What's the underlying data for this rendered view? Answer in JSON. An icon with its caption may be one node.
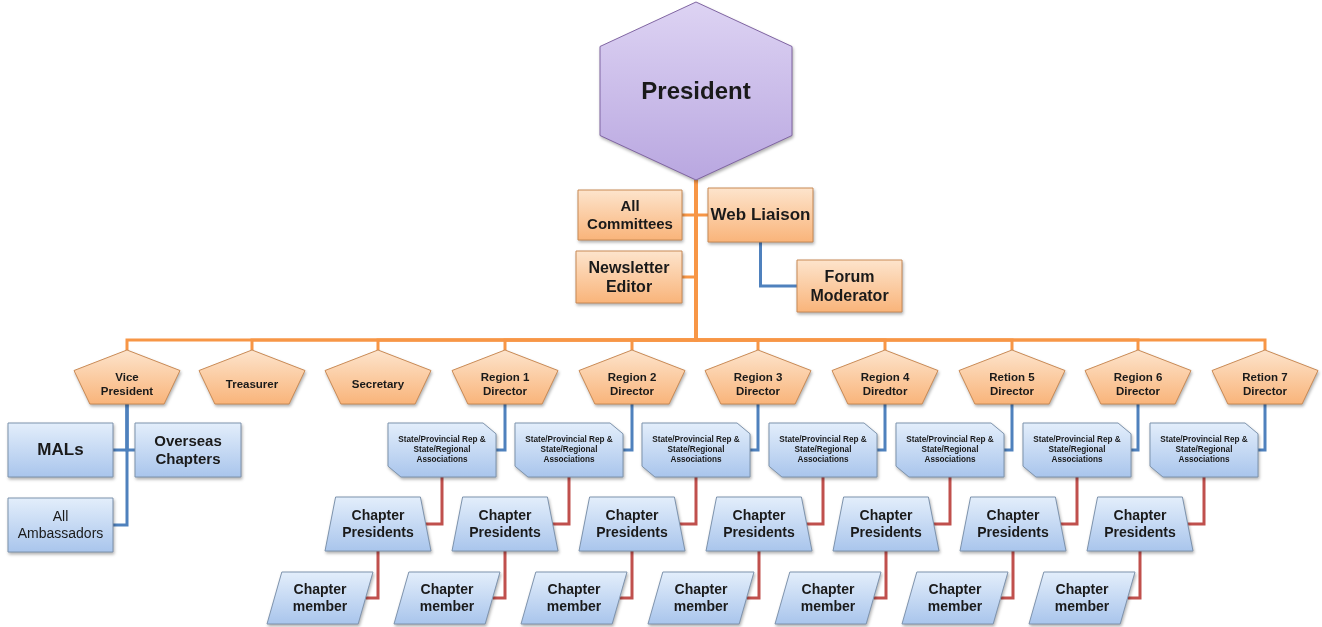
{
  "diagram": {
    "nodes": [
      {
        "text": [
          "President"
        ]
      },
      {
        "text": [
          "All Committees"
        ]
      },
      {
        "text": [
          "Web Liaison"
        ]
      },
      {
        "text": [
          "Newsletter Editor"
        ]
      },
      {
        "text": [
          "Forum Moderator"
        ]
      },
      {
        "text": [
          "Vice President"
        ]
      },
      {
        "text": [
          "Treasurer"
        ]
      },
      {
        "text": [
          "Secretary"
        ]
      },
      {
        "text": [
          "Region 1 Director"
        ]
      },
      {
        "text": [
          "Region 2 Director"
        ]
      },
      {
        "text": [
          "Region 3 Director"
        ]
      },
      {
        "text": [
          "Region 4 Diredtor"
        ]
      },
      {
        "text": [
          "Retion 5 Director"
        ]
      },
      {
        "text": [
          "Region 6 Director"
        ]
      },
      {
        "text": [
          "Retion 7 Director"
        ]
      },
      {
        "text": [
          "MALs"
        ]
      },
      {
        "text": [
          "Overseas Chapters"
        ]
      },
      {
        "text": [
          "All Ambassadors"
        ]
      },
      {
        "text": [
          "State/Provincial Rep & State/Regional Associations"
        ]
      },
      {
        "text": [
          "State/Provincial Rep & State/Regional Associations"
        ]
      },
      {
        "text": [
          "State/Provincial Rep & State/Regional Associations"
        ]
      },
      {
        "text": [
          "State/Provincial Rep & State/Regional Associations"
        ]
      },
      {
        "text": [
          "State/Provincial Rep & State/Regional Associations"
        ]
      },
      {
        "text": [
          "State/Provincial Rep & State/Regional Associations"
        ]
      },
      {
        "text": [
          "State/Provincial Rep & State/Regional Associations"
        ]
      },
      {
        "text": [
          "Chapter Presidents"
        ]
      },
      {
        "text": [
          "Chapter Presidents"
        ]
      },
      {
        "text": [
          "Chapter Presidents"
        ]
      },
      {
        "text": [
          "Chapter Presidents"
        ]
      },
      {
        "text": [
          "Chapter Presidents"
        ]
      },
      {
        "text": [
          "Chapter Presidents"
        ]
      },
      {
        "text": [
          "Chapter Presidents"
        ]
      },
      {
        "text": [
          "Chapter member"
        ]
      },
      {
        "text": [
          "Chapter member"
        ]
      },
      {
        "text": [
          "Chapter member"
        ]
      },
      {
        "text": [
          "Chapter member"
        ]
      },
      {
        "text": [
          "Chapter member"
        ]
      },
      {
        "text": [
          "Chapter member"
        ]
      },
      {
        "text": [
          "Chapter member"
        ]
      }
    ],
    "edges": [
      {
        "from": 0,
        "to": 1,
        "arrow": "none"
      },
      {
        "from": 0,
        "to": 2,
        "arrow": "none"
      },
      {
        "from": 0,
        "to": 3,
        "arrow": "none"
      },
      {
        "from": 2,
        "to": 4,
        "arrow": "none",
        "color": "#4f81bd"
      },
      {
        "from": 0,
        "to": 5,
        "arrow": "none"
      },
      {
        "from": 0,
        "to": 6,
        "arrow": "none"
      },
      {
        "from": 0,
        "to": 7,
        "arrow": "none"
      },
      {
        "from": 0,
        "to": 8,
        "arrow": "none"
      },
      {
        "from": 0,
        "to": 9,
        "arrow": "none"
      },
      {
        "from": 0,
        "to": 10,
        "arrow": "none"
      },
      {
        "from": 0,
        "to": 11,
        "arrow": "none"
      },
      {
        "from": 0,
        "to": 12,
        "arrow": "none"
      },
      {
        "from": 0,
        "to": 13,
        "arrow": "none"
      },
      {
        "from": 0,
        "to": 14,
        "arrow": "none"
      },
      {
        "from": 5,
        "to": 15,
        "arrow": "none",
        "color": "#4f81bd"
      },
      {
        "from": 5,
        "to": 16,
        "arrow": "none",
        "color": "#4f81bd"
      },
      {
        "from": 5,
        "to": 17,
        "arrow": "none",
        "color": "#4f81bd"
      },
      {
        "from": 8,
        "to": 18,
        "arrow": "none",
        "color": "#4f81bd"
      },
      {
        "from": 9,
        "to": 19,
        "arrow": "none",
        "color": "#4f81bd"
      },
      {
        "from": 10,
        "to": 20,
        "arrow": "none",
        "color": "#4f81bd"
      },
      {
        "from": 11,
        "to": 21,
        "arrow": "none",
        "color": "#4f81bd"
      },
      {
        "from": 12,
        "to": 22,
        "arrow": "none",
        "color": "#4f81bd"
      },
      {
        "from": 13,
        "to": 23,
        "arrow": "none",
        "color": "#4f81bd"
      },
      {
        "from": 14,
        "to": 24,
        "arrow": "none",
        "color": "#4f81bd"
      },
      {
        "from": 18,
        "to": 25,
        "arrow": "none",
        "color": "#c0504d"
      },
      {
        "from": 19,
        "to": 26,
        "arrow": "none",
        "color": "#c0504d"
      },
      {
        "from": 20,
        "to": 27,
        "arrow": "none",
        "color": "#c0504d"
      },
      {
        "from": 21,
        "to": 28,
        "arrow": "none",
        "color": "#c0504d"
      },
      {
        "from": 22,
        "to": 29,
        "arrow": "none",
        "color": "#c0504d"
      },
      {
        "from": 23,
        "to": 30,
        "arrow": "none",
        "color": "#c0504d"
      },
      {
        "from": 24,
        "to": 31,
        "arrow": "none",
        "color": "#c0504d"
      },
      {
        "from": 25,
        "to": 32,
        "arrow": "none",
        "color": "#c0504d"
      },
      {
        "from": 26,
        "to": 33,
        "arrow": "none",
        "color": "#c0504d"
      },
      {
        "from": 27,
        "to": 34,
        "arrow": "none",
        "color": "#c0504d"
      },
      {
        "from": 28,
        "to": 35,
        "arrow": "none",
        "color": "#c0504d"
      },
      {
        "from": 29,
        "to": 36,
        "arrow": "none",
        "color": "#c0504d"
      },
      {
        "from": 30,
        "to": 37,
        "arrow": "none",
        "color": "#c0504d"
      },
      {
        "from": 31,
        "to": 38,
        "arrow": "none",
        "color": "#c0504d"
      }
    ]
  }
}
